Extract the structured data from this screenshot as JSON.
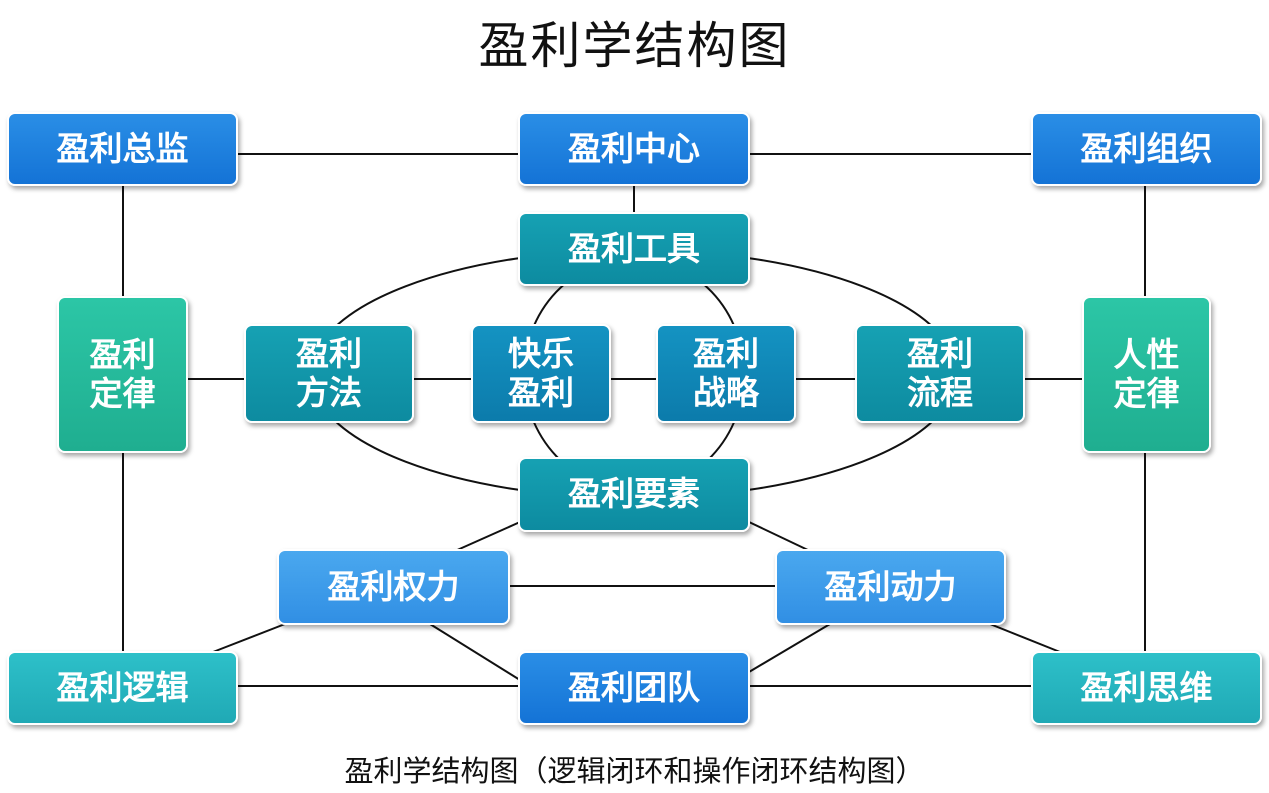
{
  "title": "盈利学结构图",
  "caption": "盈利学结构图（逻辑闭环和操作闭环结构图）",
  "colors": {
    "blue": "#1a7fe0",
    "teal": "#0f93a8",
    "green": "#25b89a",
    "light_blue": "#3a9ae8",
    "cyan": "#25b3be",
    "line": "#111111"
  },
  "nodes": {
    "top_left": "盈利总监",
    "top_center": "盈利中心",
    "top_right": "盈利组织",
    "tools": "盈利工具",
    "left_law": "盈利\n定律",
    "method": "盈利\n方法",
    "happy": "快乐\n盈利",
    "strategy": "盈利\n战略",
    "process": "盈利\n流程",
    "right_law": "人性\n定律",
    "elements": "盈利要素",
    "power": "盈利权力",
    "drive": "盈利动力",
    "bottom_left": "盈利逻辑",
    "team": "盈利团队",
    "bottom_right": "盈利思维"
  }
}
